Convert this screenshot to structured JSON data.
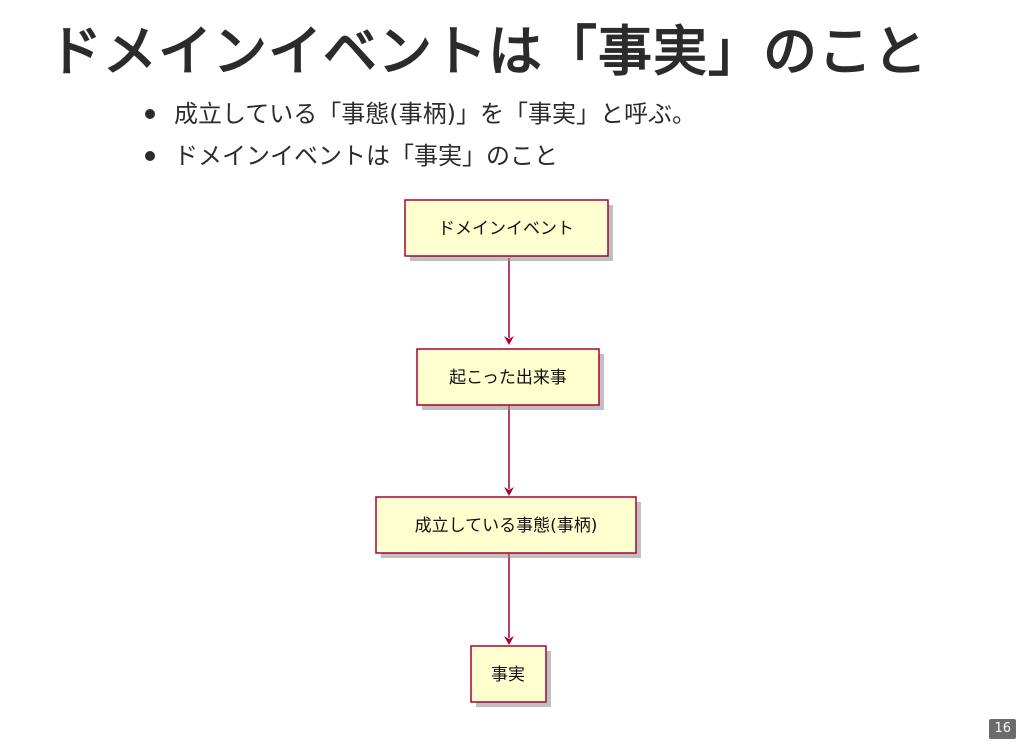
{
  "slide": {
    "title": "ドメインイベントは「事実」のこと",
    "bullets": [
      "成立している「事態(事柄)」を「事実」と呼ぶ。",
      "ドメインイベントは「事実」のこと"
    ],
    "page_number": "16"
  },
  "diagram": {
    "type": "flowchart",
    "colors": {
      "node_fill": "#fefece",
      "node_border": "#a80036",
      "edge": "#a80036"
    },
    "nodes": [
      {
        "id": "n1",
        "label": "ドメインイベント"
      },
      {
        "id": "n2",
        "label": "起こった出来事"
      },
      {
        "id": "n3",
        "label": "成立している事態(事柄)"
      },
      {
        "id": "n4",
        "label": "事実"
      }
    ],
    "edges": [
      {
        "from": "n1",
        "to": "n2"
      },
      {
        "from": "n2",
        "to": "n3"
      },
      {
        "from": "n3",
        "to": "n4"
      }
    ]
  }
}
